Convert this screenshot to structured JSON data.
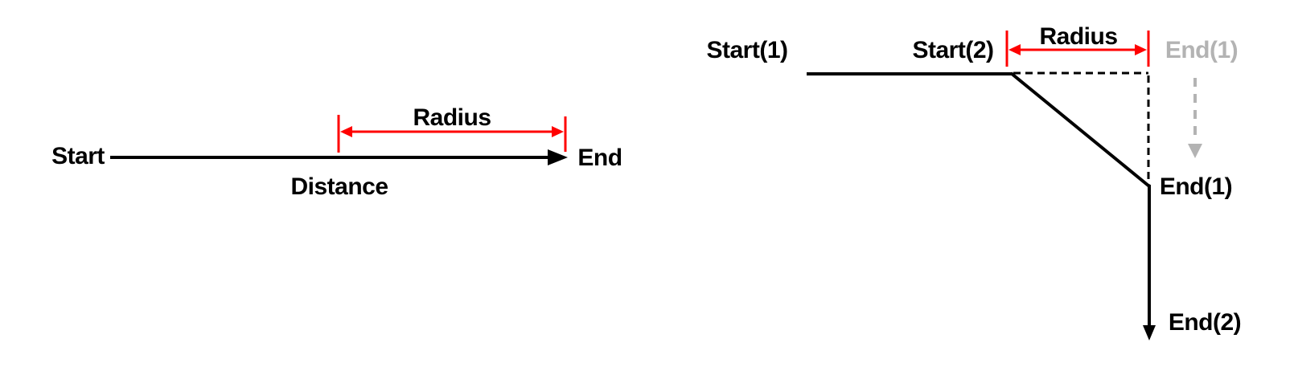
{
  "figure": {
    "description": "Two schematic path diagrams illustrating distance and radius between start and end points",
    "background": "#ffffff"
  },
  "colors": {
    "line_black": "#000000",
    "accent_red": "#ff0000",
    "ghost_gray": "#b3b3b3"
  },
  "left_diagram": {
    "start_label": "Start",
    "end_label": "End",
    "radius_label": "Radius",
    "distance_label": "Distance"
  },
  "right_diagram": {
    "start1_label": "Start(1)",
    "start2_label": "Start(2)",
    "radius_label": "Radius",
    "end1_ghost_label": "End(1)",
    "end1_label": "End(1)",
    "end2_label": "End(2)"
  }
}
